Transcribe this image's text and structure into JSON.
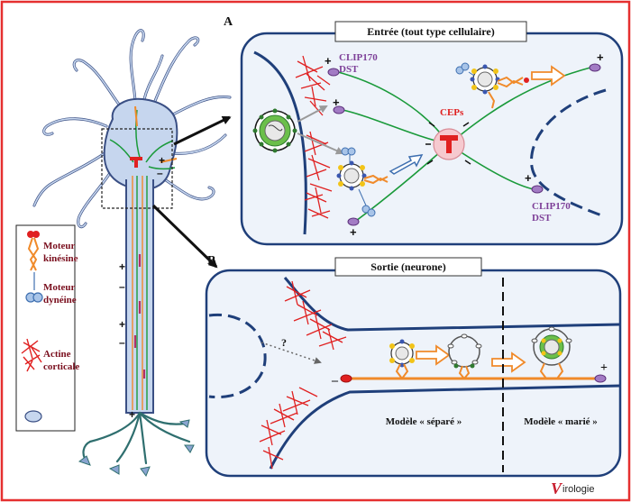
{
  "colors": {
    "border": "#e53030",
    "panel_stroke": "#1f3f7a",
    "panel_fill": "#eef3fa",
    "neuron_fill": "#c6d6ee",
    "neuron_stroke": "#3a4f84",
    "microtubule": "#1a9a3a",
    "actin": "#e02020",
    "kinesin": "#f08a2a",
    "dynein": "#5b8fd0",
    "purple": "#7d3f98",
    "label_dark": "#6a0f1d",
    "logo_red": "#c81e2e"
  },
  "panel_a": {
    "letter": "A",
    "title": "Entrée (tout type cellulaire)",
    "clip_top_1": "CLIP170",
    "clip_top_2": "DST",
    "clip_bottom_1": "CLIP170",
    "clip_bottom_2": "DST",
    "ceps": "CEPs"
  },
  "panel_b": {
    "letter": "B",
    "title": "Sortie (neurone)",
    "question": "?",
    "model_separe": "Modèle « séparé »",
    "model_marie": "Modèle « marié »"
  },
  "signs": {
    "plus": "+",
    "minus": "–"
  },
  "legend": {
    "kinesin_1": "Moteur",
    "kinesin_2": "kinésine",
    "dynein_1": "Moteur",
    "dynein_2": "dynéine",
    "actin_1": "Actine",
    "actin_2": "corticale"
  },
  "logo": {
    "initial": "V",
    "rest": "irologie"
  }
}
